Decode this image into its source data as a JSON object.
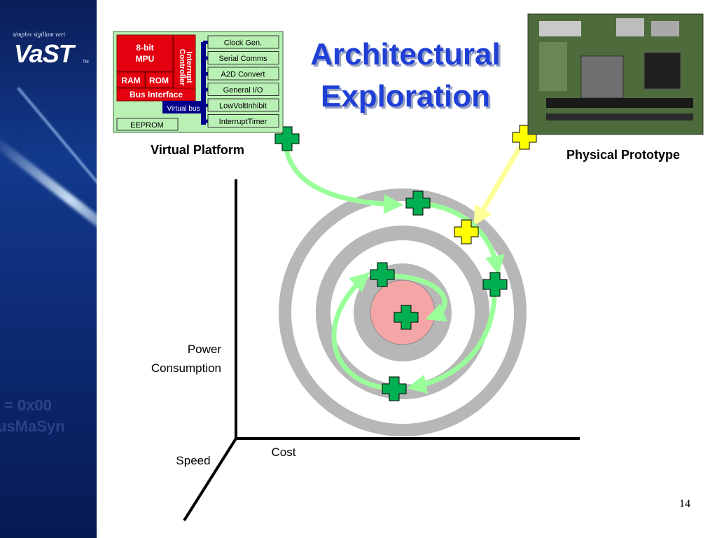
{
  "sidebar": {
    "tagline": "simplex sigillum veri",
    "logo": "VaST",
    "trademark": "TM",
    "ghost_line_1": "= 0x00",
    "ghost_line_2": "usMaSyn"
  },
  "title": {
    "line1": "Architectural",
    "line2": "Exploration",
    "color": "#1f3fd6"
  },
  "virtual_platform": {
    "caption": "Virtual Platform",
    "mpu_label_1": "8-bit",
    "mpu_label_2": "MPU",
    "ram": "RAM",
    "rom": "ROM",
    "bus_interface": "Bus Interface",
    "interrupt_controller_1": "Interrupt",
    "interrupt_controller_2": "Controller",
    "virtual_bus": "Virtual bus",
    "eeprom": "EEPROM",
    "peripherals": [
      "Clock Gen.",
      "Serial Comms",
      "A2D Convert",
      "General I/O",
      "LowVoltInhibit",
      "InterruptTimer"
    ]
  },
  "physical_prototype": {
    "caption": "Physical Prototype"
  },
  "axes": {
    "power_line_1": "Power",
    "power_line_2": "Consumption",
    "cost": "Cost",
    "speed": "Speed"
  },
  "colors": {
    "block_red": "#e3000f",
    "board_green": "#b9f0b4",
    "cross_green": "#00b050",
    "cross_yellow": "#ffff00",
    "arrow_green": "#99ff99",
    "arrow_yellow": "#ffff99",
    "ring_gray": "#b7b7b7",
    "center_pink": "#f4a6a6",
    "virtual_bus_navy": "#00008b"
  },
  "page_number": "14"
}
